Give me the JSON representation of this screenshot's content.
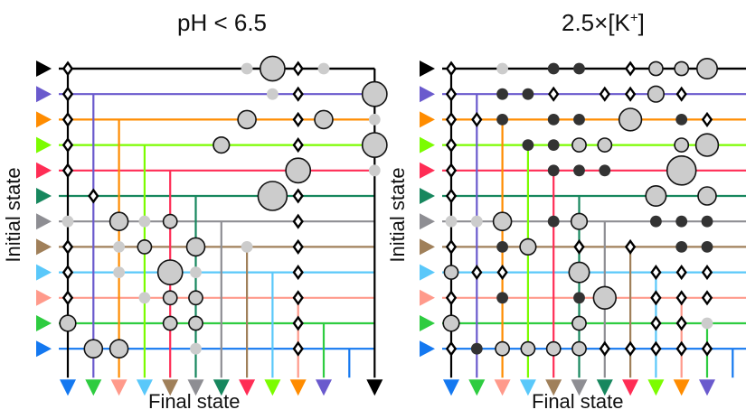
{
  "colors": [
    "#000000",
    "#6A5ACD",
    "#FF8C00",
    "#7CFC00",
    "#FF2D55",
    "#17875E",
    "#8E8E93",
    "#A0805A",
    "#5AC8FA",
    "#FF9A8B",
    "#2ECC40",
    "#1478F0"
  ],
  "panels": [
    {
      "title_main": "pH < 6.5",
      "title_sup": "",
      "title_tail": "",
      "xlabel": "Final state",
      "ylabel": "Initial state",
      "nodes": [
        [
          0,
          0,
          "d"
        ],
        [
          0,
          7,
          "s",
          0.2
        ],
        [
          0,
          8,
          "s",
          0.8
        ],
        [
          0,
          9,
          "d"
        ],
        [
          0,
          10,
          "s",
          0.2
        ],
        [
          1,
          0,
          "d"
        ],
        [
          1,
          8,
          "s",
          0.2
        ],
        [
          1,
          9,
          "d"
        ],
        [
          1,
          11,
          "s",
          0.8
        ],
        [
          2,
          0,
          "d"
        ],
        [
          2,
          7,
          "s",
          0.5
        ],
        [
          2,
          9,
          "d"
        ],
        [
          2,
          10,
          "s",
          0.5
        ],
        [
          2,
          11,
          "s",
          0.2
        ],
        [
          3,
          0,
          "d"
        ],
        [
          3,
          6,
          "s",
          0.4
        ],
        [
          3,
          9,
          "d"
        ],
        [
          3,
          11,
          "s",
          0.8
        ],
        [
          4,
          0,
          "d"
        ],
        [
          4,
          9,
          "s",
          0.8
        ],
        [
          4,
          11,
          "s",
          0.2
        ],
        [
          5,
          1,
          "d"
        ],
        [
          5,
          8,
          "s",
          1.0
        ],
        [
          5,
          9,
          "d"
        ],
        [
          6,
          0,
          "s",
          0.2
        ],
        [
          6,
          2,
          "s",
          0.5
        ],
        [
          6,
          3,
          "s",
          0.2
        ],
        [
          6,
          4,
          "s",
          0.3
        ],
        [
          6,
          9,
          "d"
        ],
        [
          7,
          0,
          "d"
        ],
        [
          7,
          2,
          "s",
          0.2
        ],
        [
          7,
          3,
          "s",
          0.3
        ],
        [
          7,
          5,
          "s",
          0.5
        ],
        [
          7,
          7,
          "s",
          0.2
        ],
        [
          7,
          9,
          "d"
        ],
        [
          8,
          0,
          "d"
        ],
        [
          8,
          2,
          "s",
          0.2
        ],
        [
          8,
          4,
          "s",
          0.8
        ],
        [
          8,
          5,
          "s",
          0.2
        ],
        [
          8,
          9,
          "d"
        ],
        [
          9,
          0,
          "d"
        ],
        [
          9,
          3,
          "s",
          0.2
        ],
        [
          9,
          4,
          "s",
          0.3
        ],
        [
          9,
          5,
          "s",
          0.3
        ],
        [
          9,
          9,
          "d"
        ],
        [
          10,
          0,
          "s",
          0.4
        ],
        [
          10,
          4,
          "s",
          0.3
        ],
        [
          10,
          5,
          "s",
          0.3
        ],
        [
          10,
          9,
          "d"
        ],
        [
          11,
          1,
          "s",
          0.5
        ],
        [
          11,
          2,
          "s",
          0.5
        ],
        [
          11,
          5,
          "s",
          0.2
        ],
        [
          11,
          9,
          "d"
        ]
      ]
    },
    {
      "title_main": "2.5×[K",
      "title_sup": "+",
      "title_tail": "]",
      "xlabel": "Final state",
      "ylabel": "Initial state",
      "nodes": [
        [
          0,
          0,
          "d"
        ],
        [
          0,
          2,
          "s",
          0.2
        ],
        [
          0,
          4,
          "s",
          0.2,
          "k"
        ],
        [
          0,
          5,
          "s",
          0.2,
          "k"
        ],
        [
          0,
          7,
          "d"
        ],
        [
          0,
          8,
          "s",
          0.3
        ],
        [
          0,
          9,
          "s",
          0.3
        ],
        [
          0,
          10,
          "s",
          0.6
        ],
        [
          0,
          11,
          "d"
        ],
        [
          1,
          0,
          "d"
        ],
        [
          1,
          2,
          "s",
          0.2,
          "k"
        ],
        [
          1,
          3,
          "s",
          0.2,
          "k"
        ],
        [
          1,
          4,
          "d"
        ],
        [
          1,
          6,
          "d"
        ],
        [
          1,
          7,
          "d"
        ],
        [
          1,
          8,
          "s",
          0.4
        ],
        [
          1,
          9,
          "d"
        ],
        [
          1,
          11,
          "d"
        ],
        [
          2,
          0,
          "d"
        ],
        [
          2,
          1,
          "d"
        ],
        [
          2,
          2,
          "s",
          0.2,
          "k"
        ],
        [
          2,
          4,
          "s",
          0.2,
          "k"
        ],
        [
          2,
          5,
          "s",
          0.2,
          "k"
        ],
        [
          2,
          7,
          "s",
          0.7
        ],
        [
          2,
          9,
          "s",
          0.2,
          "k"
        ],
        [
          2,
          10,
          "d"
        ],
        [
          2,
          11,
          "d"
        ],
        [
          3,
          0,
          "d"
        ],
        [
          3,
          3,
          "s",
          0.2,
          "k"
        ],
        [
          3,
          4,
          "s",
          0.2,
          "k"
        ],
        [
          3,
          5,
          "s",
          0.3
        ],
        [
          3,
          6,
          "s",
          0.3
        ],
        [
          3,
          9,
          "s",
          0.3
        ],
        [
          3,
          10,
          "s",
          0.7
        ],
        [
          3,
          11,
          "d"
        ],
        [
          4,
          0,
          "d"
        ],
        [
          4,
          4,
          "s",
          0.2,
          "k"
        ],
        [
          4,
          5,
          "s",
          0.2,
          "k"
        ],
        [
          4,
          6,
          "s",
          0.2,
          "k"
        ],
        [
          4,
          9,
          "s",
          1.0
        ],
        [
          4,
          11,
          "d"
        ],
        [
          5,
          0,
          "d"
        ],
        [
          5,
          8,
          "s",
          0.6
        ],
        [
          5,
          10,
          "s",
          0.5
        ],
        [
          5,
          11,
          "d"
        ],
        [
          6,
          0,
          "s",
          0.2
        ],
        [
          6,
          1,
          "s",
          0.2
        ],
        [
          6,
          2,
          "s",
          0.5
        ],
        [
          6,
          4,
          "s",
          0.2,
          "k"
        ],
        [
          6,
          5,
          "s",
          0.4
        ],
        [
          6,
          8,
          "s",
          0.2,
          "k"
        ],
        [
          6,
          9,
          "s",
          0.2,
          "k"
        ],
        [
          6,
          10,
          "s",
          0.2,
          "k"
        ],
        [
          6,
          11,
          "s",
          0.2,
          "k"
        ],
        [
          7,
          0,
          "d"
        ],
        [
          7,
          2,
          "s",
          0.2,
          "k"
        ],
        [
          7,
          3,
          "s",
          0.4
        ],
        [
          7,
          5,
          "d"
        ],
        [
          7,
          7,
          "d"
        ],
        [
          7,
          9,
          "s",
          0.2,
          "k"
        ],
        [
          7,
          10,
          "s",
          0.2,
          "k"
        ],
        [
          7,
          11,
          "d"
        ],
        [
          8,
          0,
          "s",
          0.3
        ],
        [
          8,
          1,
          "d"
        ],
        [
          8,
          2,
          "d"
        ],
        [
          8,
          5,
          "s",
          0.6
        ],
        [
          8,
          8,
          "d"
        ],
        [
          8,
          9,
          "d"
        ],
        [
          8,
          10,
          "d"
        ],
        [
          8,
          11,
          "d"
        ],
        [
          9,
          0,
          "d"
        ],
        [
          9,
          2,
          "s",
          0.2,
          "k"
        ],
        [
          9,
          5,
          "s",
          0.2,
          "k"
        ],
        [
          9,
          6,
          "s",
          0.7
        ],
        [
          9,
          8,
          "d"
        ],
        [
          9,
          9,
          "d"
        ],
        [
          9,
          10,
          "d"
        ],
        [
          9,
          11,
          "d"
        ],
        [
          10,
          0,
          "s",
          0.4
        ],
        [
          10,
          5,
          "s",
          0.3
        ],
        [
          10,
          8,
          "d"
        ],
        [
          10,
          9,
          "d"
        ],
        [
          10,
          10,
          "s",
          0.2
        ],
        [
          10,
          11,
          "d"
        ],
        [
          11,
          0,
          "d"
        ],
        [
          11,
          1,
          "s",
          0.2,
          "k"
        ],
        [
          11,
          2,
          "s",
          0.3
        ],
        [
          11,
          3,
          "s",
          0.3
        ],
        [
          11,
          4,
          "s",
          0.3
        ],
        [
          11,
          5,
          "s",
          0.3
        ],
        [
          11,
          6,
          "d"
        ],
        [
          11,
          7,
          "d"
        ],
        [
          11,
          8,
          "d"
        ],
        [
          11,
          9,
          "d"
        ],
        [
          11,
          10,
          "d"
        ],
        [
          11,
          11,
          "d"
        ]
      ]
    }
  ]
}
